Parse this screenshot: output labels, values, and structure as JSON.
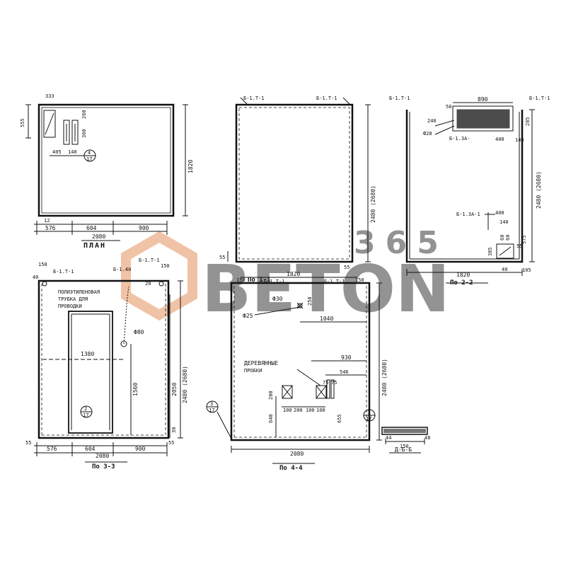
{
  "watermark": {
    "brand": "BETON",
    "number": "365",
    "color": "#e07a3a",
    "gray": "#8a8a8a"
  },
  "plan": {
    "title": "ПЛАН",
    "dims": [
      "576",
      "604",
      "900",
      "2080",
      "1820",
      "555",
      "260",
      "360",
      "405",
      "140",
      "12",
      "333"
    ],
    "callout": {
      "top": "4",
      "bottom": "17"
    }
  },
  "section11": {
    "title": "По 1-1",
    "refs": [
      "Б-1.Т-1",
      "Б-1.Т-1"
    ],
    "dims": [
      "2480 (2680)",
      "55",
      "55"
    ]
  },
  "section22": {
    "title": "По 2-2",
    "refs": [
      "Б-1.Т-1",
      "Б-1.Т-1",
      "Б-1.3А-",
      "Б-1.3А-1"
    ],
    "dims": [
      "890",
      "50",
      "240",
      "Ф28",
      "400",
      "140",
      "285",
      "2480 (2680)",
      "400",
      "140",
      "575",
      "60",
      "60",
      "385",
      "55",
      "1820",
      "105",
      "40"
    ]
  },
  "section33": {
    "title": "По 3-3",
    "note_lines": [
      "ПОЛИЭТИЛЕНОВАЯ",
      "ТРУБКА ДЛЯ",
      "ПРОВОДКИ"
    ],
    "refs": [
      "Б-1.Т-1",
      "Б-1.40",
      "Б-1.Т-1"
    ],
    "dims": [
      "150",
      "40",
      "20",
      "150",
      "Ф80",
      "1380",
      "1560",
      "2050",
      "2480 (2680)",
      "30",
      "55",
      "576",
      "604",
      "900",
      "55",
      "2080"
    ],
    "callout": {
      "top": "2",
      "bottom": "17"
    }
  },
  "section44": {
    "title": "По 4-4",
    "note_lines": [
      "ДЕРЕВЯННЫЕ",
      "ПРОБКИ"
    ],
    "refs": [
      "150",
      "Б-1.Т-1",
      "Б-1.Т-1",
      "150"
    ],
    "dims": [
      "Ф30",
      "250",
      "Ф25",
      "1040",
      "930",
      "546",
      "75",
      "75",
      "200",
      "640",
      "100",
      "200",
      "100",
      "100",
      "655",
      "2480 (2680)",
      "1820",
      "2080"
    ],
    "callouts": [
      {
        "top": "3",
        "bottom": "17"
      },
      {
        "top": "1",
        "bottom": "17"
      }
    ]
  },
  "detail": {
    "title": "Д-Б-Б",
    "dims": [
      "44",
      "150",
      "48"
    ]
  }
}
